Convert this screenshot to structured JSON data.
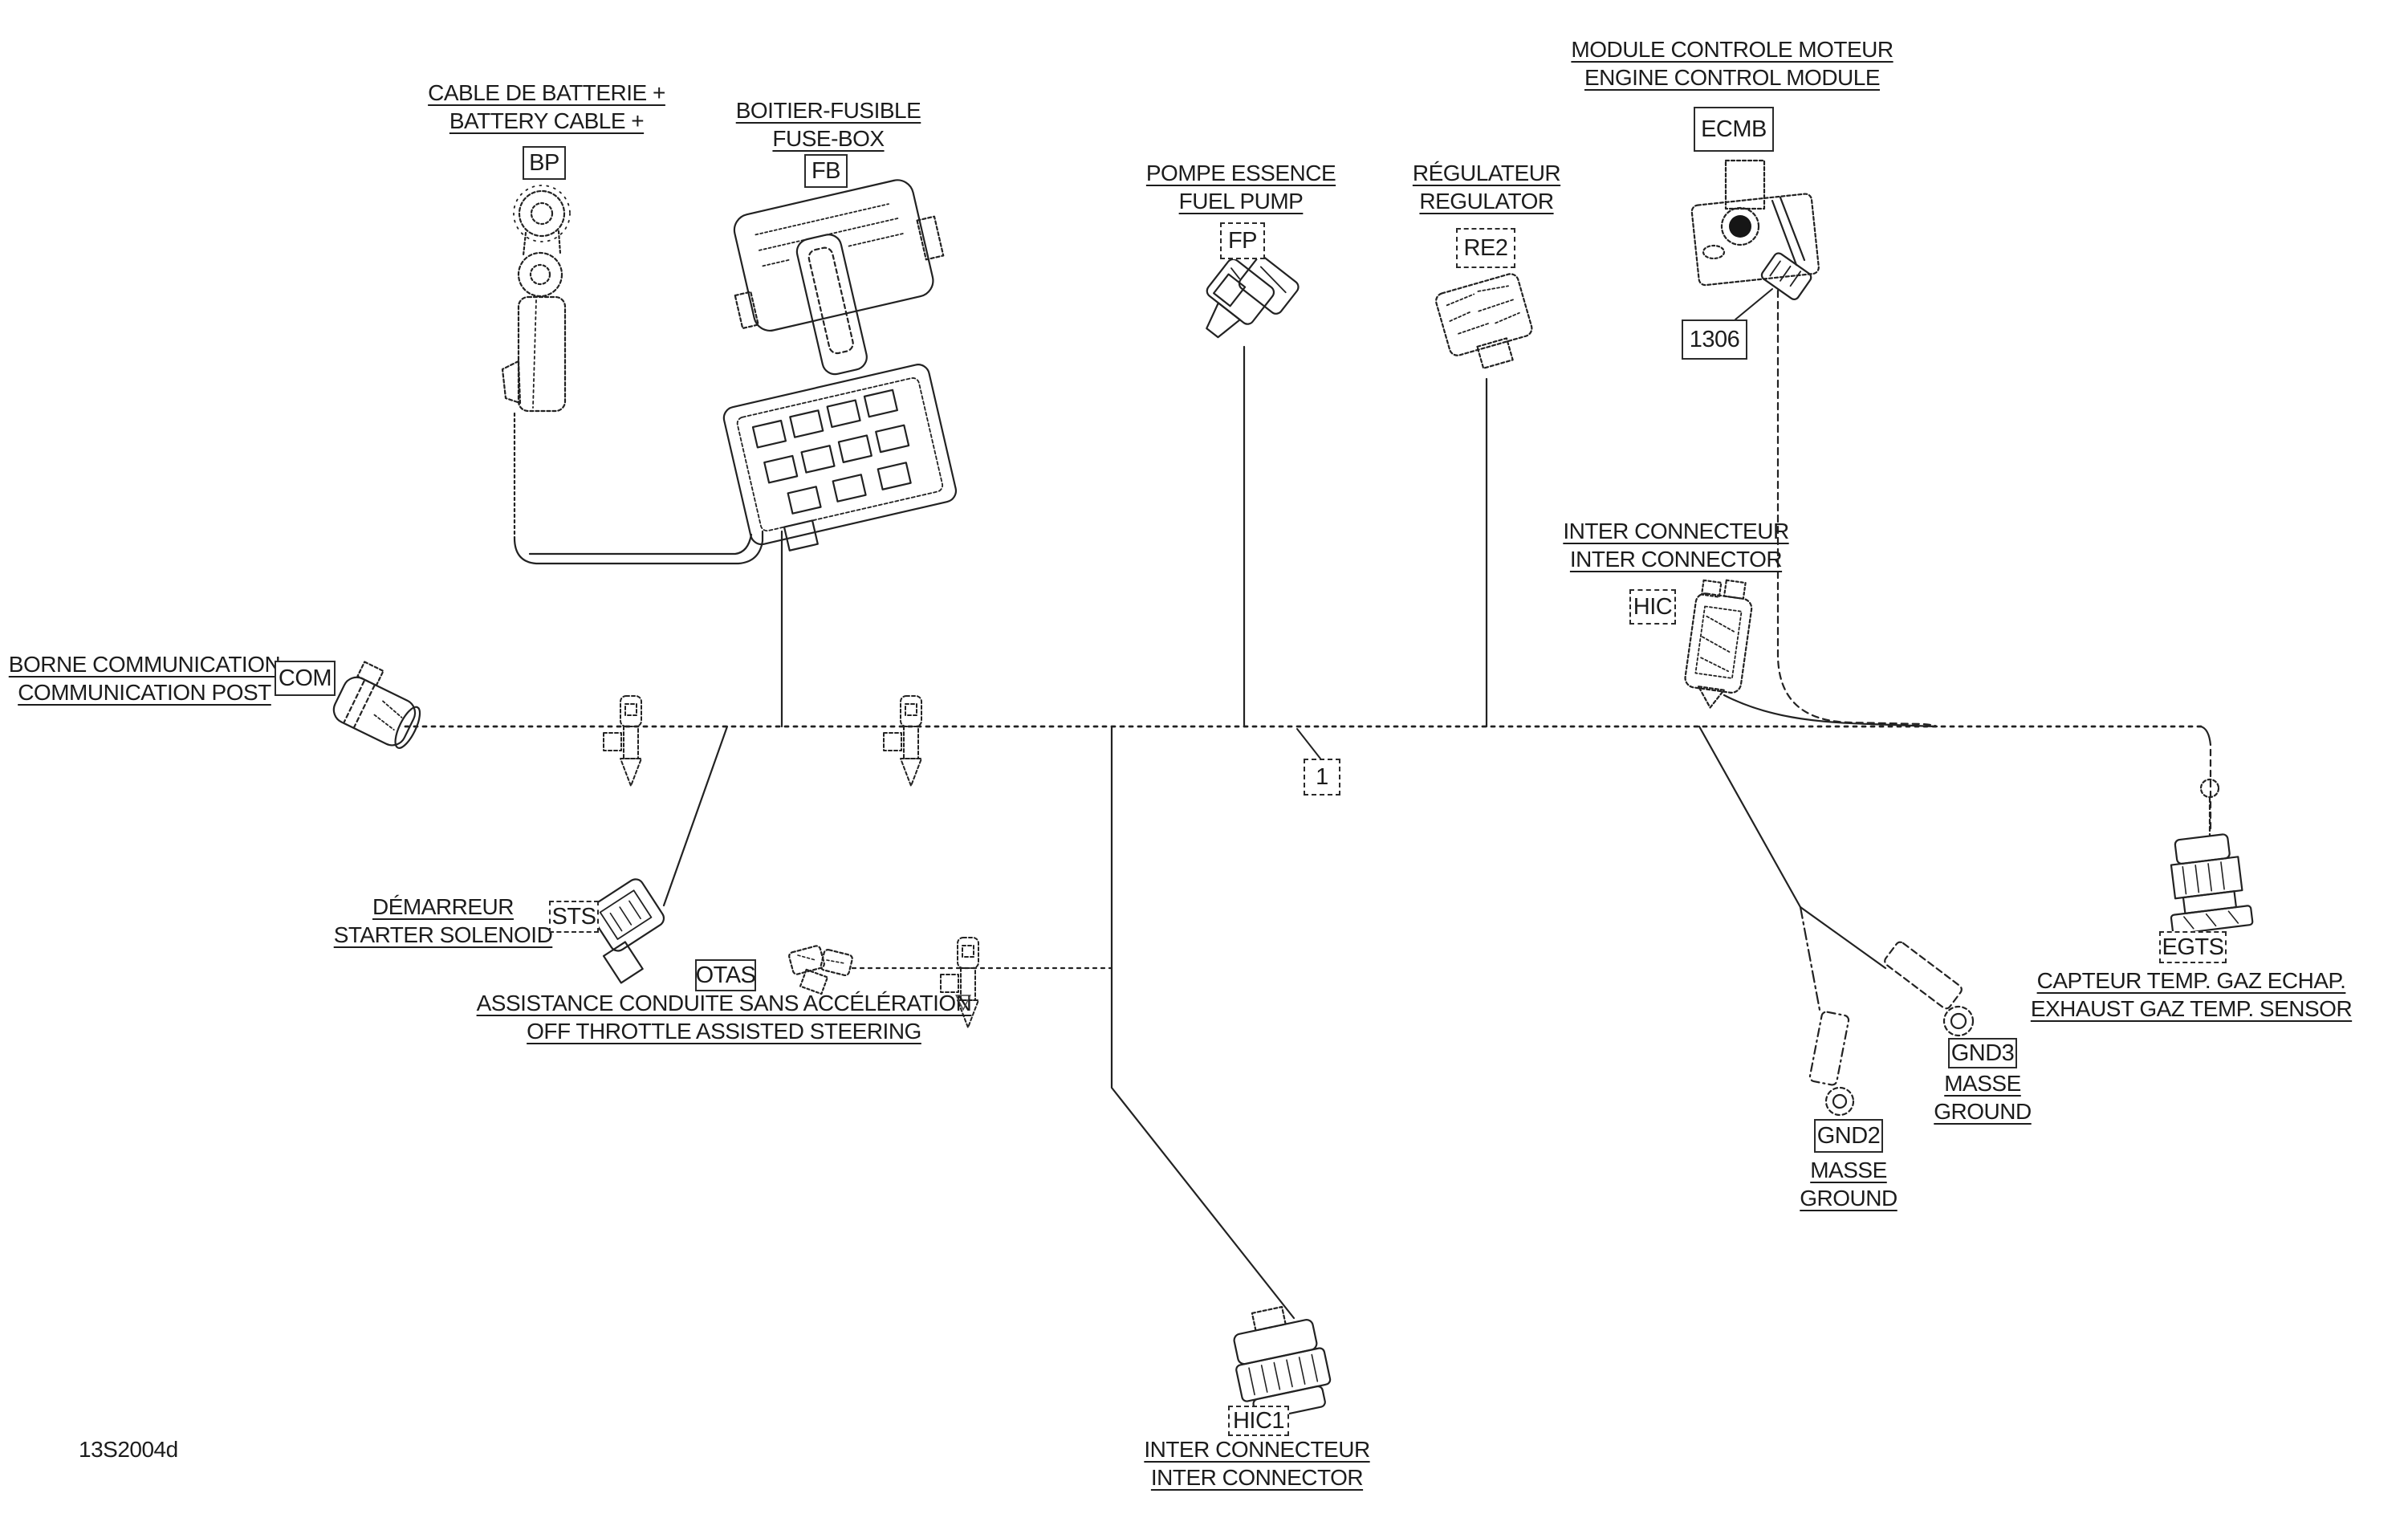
{
  "drawing_code": "13S2004d",
  "colors": {
    "ink": "#1f1f1f",
    "background": "#ffffff"
  },
  "markers": {
    "otas_triangle": "▽"
  },
  "labels": {
    "bp": {
      "code": "BP",
      "line1": "CABLE DE BATTERIE +",
      "line2": "BATTERY CABLE +"
    },
    "fb": {
      "code": "FB",
      "line1": "BOITIER-FUSIBLE",
      "line2": "FUSE-BOX"
    },
    "fp": {
      "code": "FP",
      "line1": "POMPE ESSENCE",
      "line2": "FUEL PUMP"
    },
    "re2": {
      "code": "RE2",
      "line1": "RÉGULATEUR",
      "line2": "REGULATOR"
    },
    "ecmb": {
      "code": "ECMB",
      "line1": "MODULE CONTROLE MOTEUR",
      "line2": "ENGINE CONTROL MODULE"
    },
    "ref1306": {
      "code": "1306"
    },
    "hic": {
      "code": "HIC",
      "line1": "INTER CONNECTEUR",
      "line2": "INTER CONNECTOR"
    },
    "com": {
      "code": "COM",
      "line1": "BORNE COMMUNICATION",
      "line2": "COMMUNICATION POST"
    },
    "sts": {
      "code": "STS",
      "line1": "DÉMARREUR",
      "line2": "STARTER SOLENOID"
    },
    "otas": {
      "code": "OTAS",
      "line1": "ASSISTANCE CONDUITE SANS ACCÉLÉRATION",
      "line2": "OFF THROTTLE ASSISTED STEERING"
    },
    "ref1": {
      "code": "1"
    },
    "egts": {
      "code": "EGTS",
      "line1": "CAPTEUR TEMP. GAZ ECHAP.",
      "line2": "EXHAUST GAZ TEMP. SENSOR"
    },
    "gnd3": {
      "code": "GND3",
      "line1": "MASSE",
      "line2": "GROUND"
    },
    "gnd2": {
      "code": "GND2",
      "line1": "MASSE",
      "line2": "GROUND"
    },
    "hic1": {
      "code": "HIC1",
      "line1": "INTER CONNECTEUR",
      "line2": "INTER CONNECTOR"
    }
  }
}
